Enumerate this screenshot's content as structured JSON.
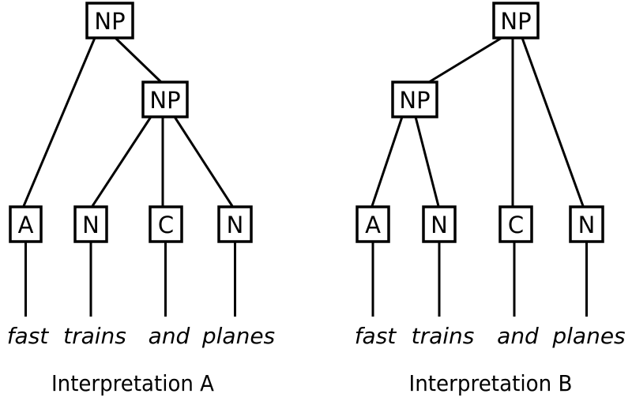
{
  "canvas": {
    "background_color": "#ffffff",
    "line_color": "#000000"
  },
  "trees": [
    {
      "caption": "Interpretation A",
      "root_label": "NP",
      "inner_label": "NP",
      "leaf_labels": [
        "A",
        "N",
        "C",
        "N"
      ],
      "words": [
        "fast",
        "trains",
        "and",
        "planes"
      ]
    },
    {
      "caption": "Interpretation B",
      "root_label": "NP",
      "inner_label": "NP",
      "leaf_labels": [
        "A",
        "N",
        "C",
        "N"
      ],
      "words": [
        "fast",
        "trains",
        "and",
        "planes"
      ]
    }
  ]
}
